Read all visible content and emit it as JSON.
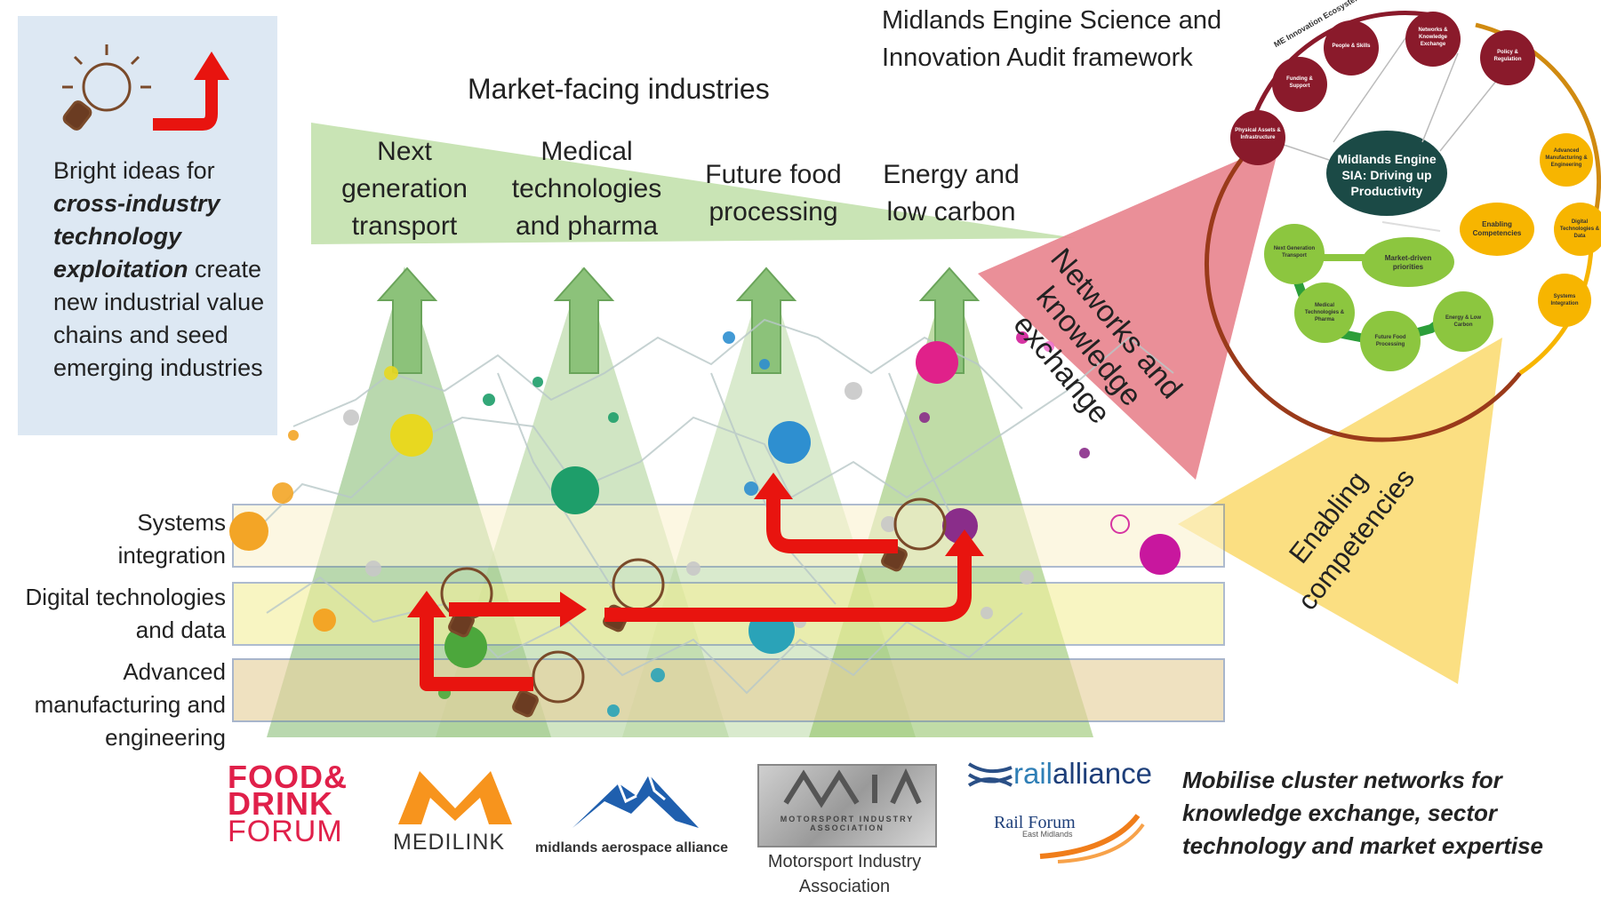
{
  "bright_ideas": {
    "line1": "Bright ideas for",
    "emph1": "cross-industry",
    "emph2": "technology",
    "emph3": "exploitation",
    "rest": "create new industrial value chains and seed emerging industries"
  },
  "header": {
    "sia_title_line1": "Midlands Engine Science and",
    "sia_title_line2": "Innovation Audit framework",
    "market_title": "Market-facing industries"
  },
  "sectors": [
    {
      "line1": "Next",
      "line2": "generation",
      "line3": "transport"
    },
    {
      "line1": "Medical",
      "line2": "technologies",
      "line3": "and pharma"
    },
    {
      "line1": "Future food",
      "line2": "processing"
    },
    {
      "line1": "Energy and",
      "line2": "low carbon"
    }
  ],
  "rows": [
    {
      "line1": "Systems",
      "line2": "integration"
    },
    {
      "line1": "Digital technologies",
      "line2": "and data"
    },
    {
      "line1": "Advanced",
      "line2": "manufacturing and",
      "line3": "engineering"
    }
  ],
  "networks_label": "Networks and knowledge exchange",
  "enabling_label": "Enabling competencies",
  "mobilise_text": "Mobilise cluster networks for knowledge exchange, sector technology and market  expertise",
  "ecosystem": {
    "arc_label": "ME Innovation Ecosystem",
    "center": "Midlands Engine SIA: Driving up Productivity",
    "red_nodes": [
      "Physical Assets & Infrastructure",
      "Funding & Support",
      "People & Skills",
      "Networks & Knowledge Exchange",
      "Policy & Regulation"
    ],
    "orange_nodes": [
      "Advanced Manufacturing & Engineering",
      "Digital Technologies & Data",
      "Systems Integration"
    ],
    "orange_hub": "Enabling Competencies",
    "green_hub": "Market-driven priorities",
    "green_nodes": [
      "Next Generation Transport",
      "Medical Technologies & Pharma",
      "Future Food Processing",
      "Energy & Low Carbon"
    ]
  },
  "logos": {
    "fdf_line1": "FOOD&",
    "fdf_line2": "DRINK",
    "fdf_line3": "FORUM",
    "medilink": "MEDILINK",
    "mas": "midlands aerospace alliance",
    "mia_plate": "MOTORSPORT INDUSTRY ASSOCIATION",
    "mia_caption_line1": "Motorsport Industry",
    "mia_caption_line2": "Association",
    "railalliance_a": "rail",
    "railalliance_b": "alliance",
    "railforum": "Rail Forum",
    "railforum_sub": "East Midlands"
  },
  "colors": {
    "arrow_red": "#e8140f",
    "light_green": "#c5e0b3",
    "network_pink": "#e8838d",
    "enabling_yellow": "#fbdb74",
    "ring_red": "#8a1a2b",
    "ring_orange": "#f7b500",
    "ring_green": "#8cc63f",
    "center_dark": "#1b4a46"
  }
}
